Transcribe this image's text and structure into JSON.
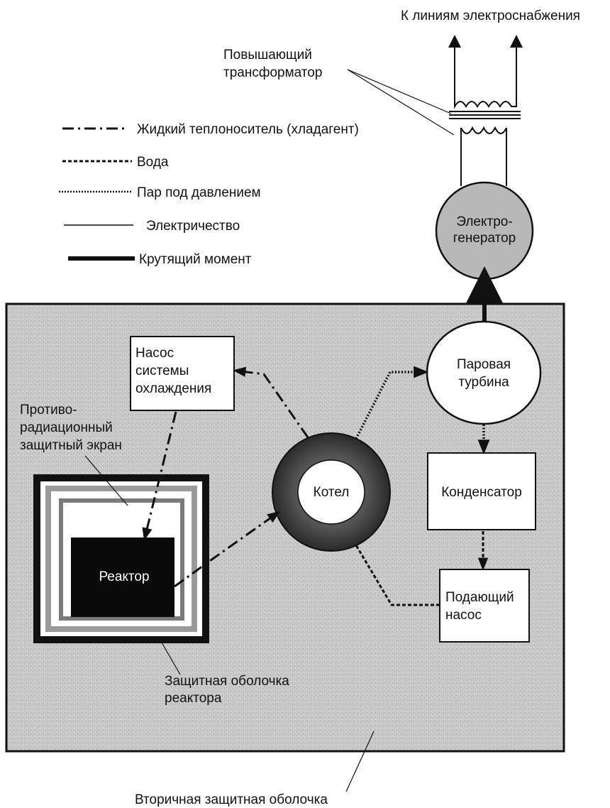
{
  "labels": {
    "top_power_lines": "К линиям электроснабжения",
    "step_up_transformer_1": "Повышающий",
    "step_up_transformer_2": "трансформатор",
    "generator_1": "Электро-",
    "generator_2": "генератор",
    "turbine_1": "Паровая",
    "turbine_2": "турбина",
    "condenser": "Конденсатор",
    "feed_pump_1": "Подающий",
    "feed_pump_2": "насос",
    "boiler": "Котел",
    "coolant_pump_1": "Насос",
    "coolant_pump_2": "системы",
    "coolant_pump_3": "охлаждения",
    "shield_1": "Противо-",
    "shield_2": "радиационный",
    "shield_3": "защитный экран",
    "reactor": "Реактор",
    "containment_1": "Защитная оболочка",
    "containment_2": "реактора",
    "secondary_containment": "Вторичная защитная оболочка"
  },
  "legend": [
    {
      "style": "dash-dot",
      "label": "Жидкий теплоноситель (хладагент)"
    },
    {
      "style": "dashed",
      "label": "Вода"
    },
    {
      "style": "dotted",
      "label": "Пар под давлением"
    },
    {
      "style": "solid",
      "label": "Электричество"
    },
    {
      "style": "thick",
      "label": "Крутящий момент"
    }
  ],
  "colors": {
    "containment_fill": "#c8c8c8",
    "border": "#111111",
    "reactor_fill": "#0a0a0a",
    "generator_fill": "#b8b8b8",
    "boiler_ring": "#3a3a3a",
    "white": "#ffffff"
  }
}
